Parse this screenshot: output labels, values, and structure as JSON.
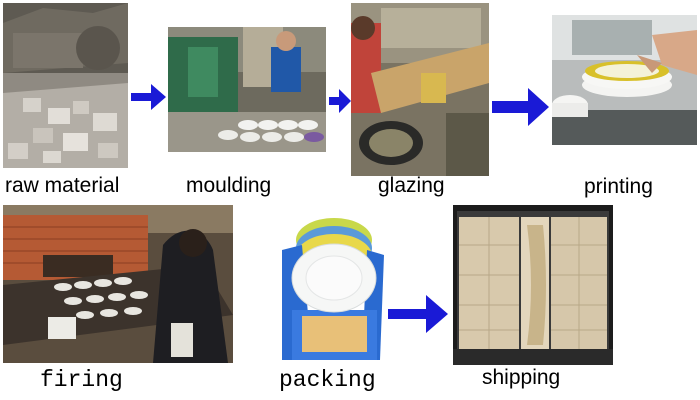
{
  "steps": [
    {
      "label": "raw material",
      "photo_icon": "stone-pile-photo"
    },
    {
      "label": "moulding",
      "photo_icon": "moulding-machine-photo"
    },
    {
      "label": "glazing",
      "photo_icon": "glazing-workshop-photo"
    },
    {
      "label": "printing",
      "photo_icon": "plate-printing-photo"
    },
    {
      "label": "firing",
      "photo_icon": "kiln-photo"
    },
    {
      "label": "packing",
      "photo_icon": "plate-box-photo"
    },
    {
      "label": "shipping",
      "photo_icon": "container-photo"
    }
  ],
  "colors": {
    "arrow": "#1a1ad6",
    "label": "#000000"
  }
}
